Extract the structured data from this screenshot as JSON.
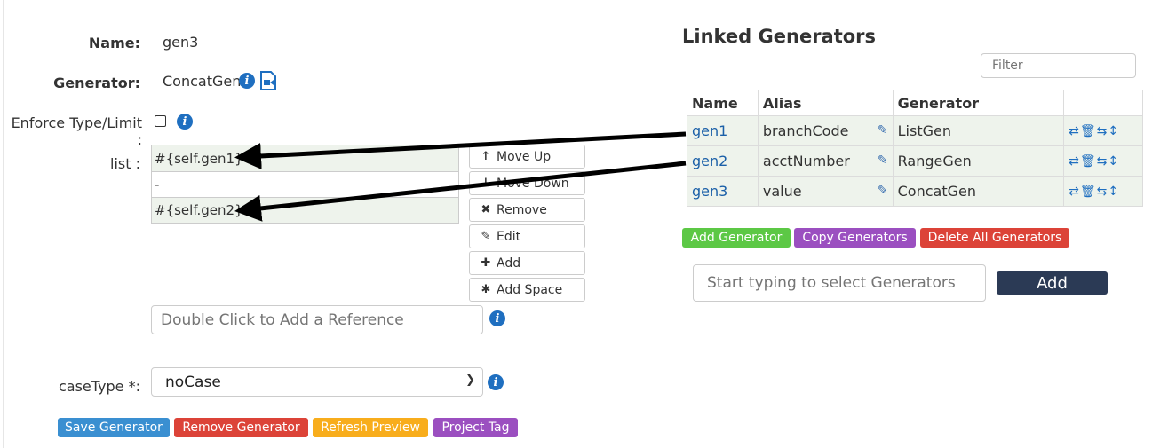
{
  "form": {
    "name_label": "Name:",
    "name_value": "gen3",
    "generator_label": "Generator:",
    "generator_value": "ConcatGen",
    "enforce_label": "Enforce Type/Limit :",
    "enforce_checked": false,
    "list_label": "list :",
    "list_items": [
      "#{self.gen1}",
      "-",
      "#{self.gen2}"
    ],
    "reference_placeholder": "Double Click to Add a Reference",
    "casetype_label": "caseType *:",
    "casetype_value": "noCase"
  },
  "list_buttons": [
    {
      "label": "Move Up",
      "icon": "arrow-up-icon",
      "glyph": "🡑"
    },
    {
      "label": "Move Down",
      "icon": "arrow-down-icon",
      "glyph": "🡓"
    },
    {
      "label": "Remove",
      "icon": "times-icon",
      "glyph": "✖"
    },
    {
      "label": "Edit",
      "icon": "pencil-icon",
      "glyph": "✎"
    },
    {
      "label": "Add",
      "icon": "plus-icon",
      "glyph": "✚"
    },
    {
      "label": "Add Space",
      "icon": "asterisk-icon",
      "glyph": "✱"
    }
  ],
  "bottom_buttons": [
    {
      "label": "Save Generator",
      "color": "#3a8fd1"
    },
    {
      "label": "Remove Generator",
      "color": "#dc4338"
    },
    {
      "label": "Refresh Preview",
      "color": "#f8ad1c"
    },
    {
      "label": "Project Tag",
      "color": "#9b4fc0"
    }
  ],
  "linked": {
    "title": "Linked Generators",
    "filter_placeholder": "Filter",
    "columns": [
      "Name",
      "Alias",
      "Generator",
      ""
    ],
    "rows": [
      {
        "name": "gen1",
        "alias": "branchCode",
        "generator": "ListGen"
      },
      {
        "name": "gen2",
        "alias": "acctNumber",
        "generator": "RangeGen"
      },
      {
        "name": "gen3",
        "alias": "value",
        "generator": "ConcatGen"
      }
    ],
    "action_buttons": [
      {
        "label": "Add Generator",
        "color": "#5cc845"
      },
      {
        "label": "Copy Generators",
        "color": "#9b4fc0"
      },
      {
        "label": "Delete All Generators",
        "color": "#dc4338"
      }
    ],
    "select_placeholder": "Start typing to select Generators",
    "add_label": "Add"
  },
  "colors": {
    "link": "#1a5fa8",
    "info": "#1f6fc0",
    "row_shade": "#eef3ec",
    "add_button": "#2b3a55",
    "arrow": "#000000"
  }
}
